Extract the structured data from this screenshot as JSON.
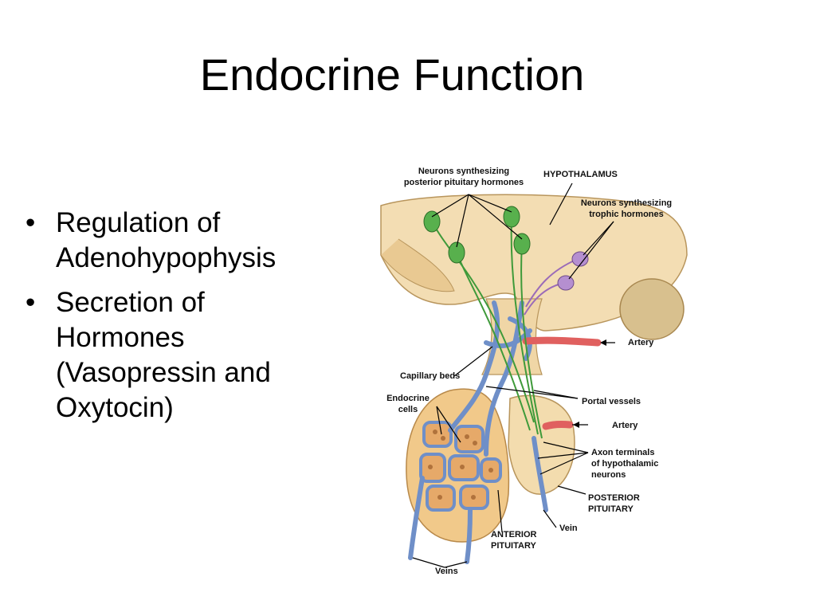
{
  "slide": {
    "title": "Endocrine Function"
  },
  "bullets": [
    {
      "lines": [
        "Regulation of",
        "Adenohypophysis"
      ]
    },
    {
      "lines": [
        "Secretion of",
        "Hormones",
        "(Vasopressin and",
        "Oxytocin)"
      ]
    }
  ],
  "diagram": {
    "labels": {
      "neurons_posterior_1": "Neurons synthesizing",
      "neurons_posterior_2": "posterior pituitary hormones",
      "hypothalamus": "HYPOTHALAMUS",
      "neurons_trophic_1": "Neurons synthesizing",
      "neurons_trophic_2": "trophic hormones",
      "artery_top": "Artery",
      "capillary_beds": "Capillary beds",
      "endocrine_cells_1": "Endocrine",
      "endocrine_cells_2": "cells",
      "portal_vessels": "Portal vessels",
      "artery_mid": "Artery",
      "axon_terminals_1": "Axon terminals",
      "axon_terminals_2": "of hypothalamic",
      "axon_terminals_3": "neurons",
      "posterior_pituitary_1": "POSTERIOR",
      "posterior_pituitary_2": "PITUITARY",
      "vein": "Vein",
      "anterior_pituitary_1": "ANTERIOR",
      "anterior_pituitary_2": "PITUITARY",
      "veins": "Veins"
    },
    "colors": {
      "tissue": "#f3ddb3",
      "tissue_dark": "#d9b57a",
      "neuron_green": "#3f9a3a",
      "neuron_purple": "#9b6bb8",
      "vessel_blue": "#6f8fc8",
      "artery_red": "#e0605f"
    }
  }
}
